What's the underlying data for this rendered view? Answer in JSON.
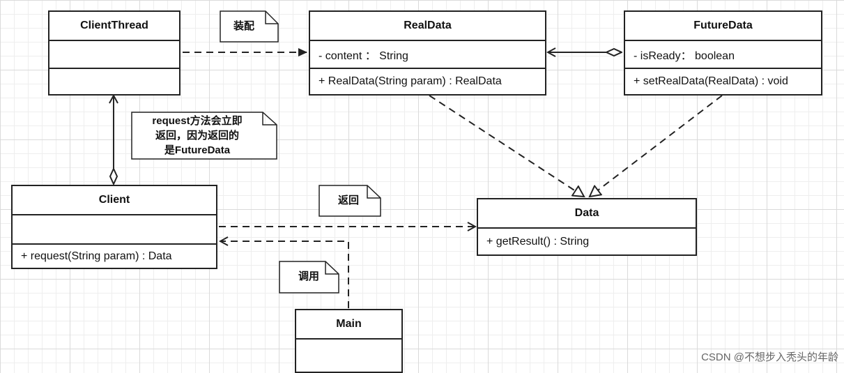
{
  "classes": {
    "client_thread": {
      "name": "ClientThread",
      "attributes": [
        ""
      ],
      "operations": [
        ""
      ]
    },
    "real_data": {
      "name": "RealData",
      "attributes": [
        "- content ： String"
      ],
      "operations": [
        "+ RealData(String param) : RealData"
      ]
    },
    "future_data": {
      "name": "FutureData",
      "attributes": [
        "- isReady： boolean"
      ],
      "operations": [
        "+ setRealData(RealData) : void"
      ]
    },
    "client": {
      "name": "Client",
      "attributes": [
        ""
      ],
      "operations": [
        "+ request(String param) : Data"
      ]
    },
    "data": {
      "name": "Data",
      "operations": [
        "+ getResult() : String"
      ]
    },
    "main": {
      "name": "Main",
      "attributes": [
        ""
      ]
    }
  },
  "notes": {
    "assemble": "装配",
    "request": [
      "request方法会立即",
      "返回，因为返回的",
      "是FutureData"
    ],
    "return": "返回",
    "call": "调用"
  },
  "watermark": "CSDN @不想步入秃头的年龄"
}
